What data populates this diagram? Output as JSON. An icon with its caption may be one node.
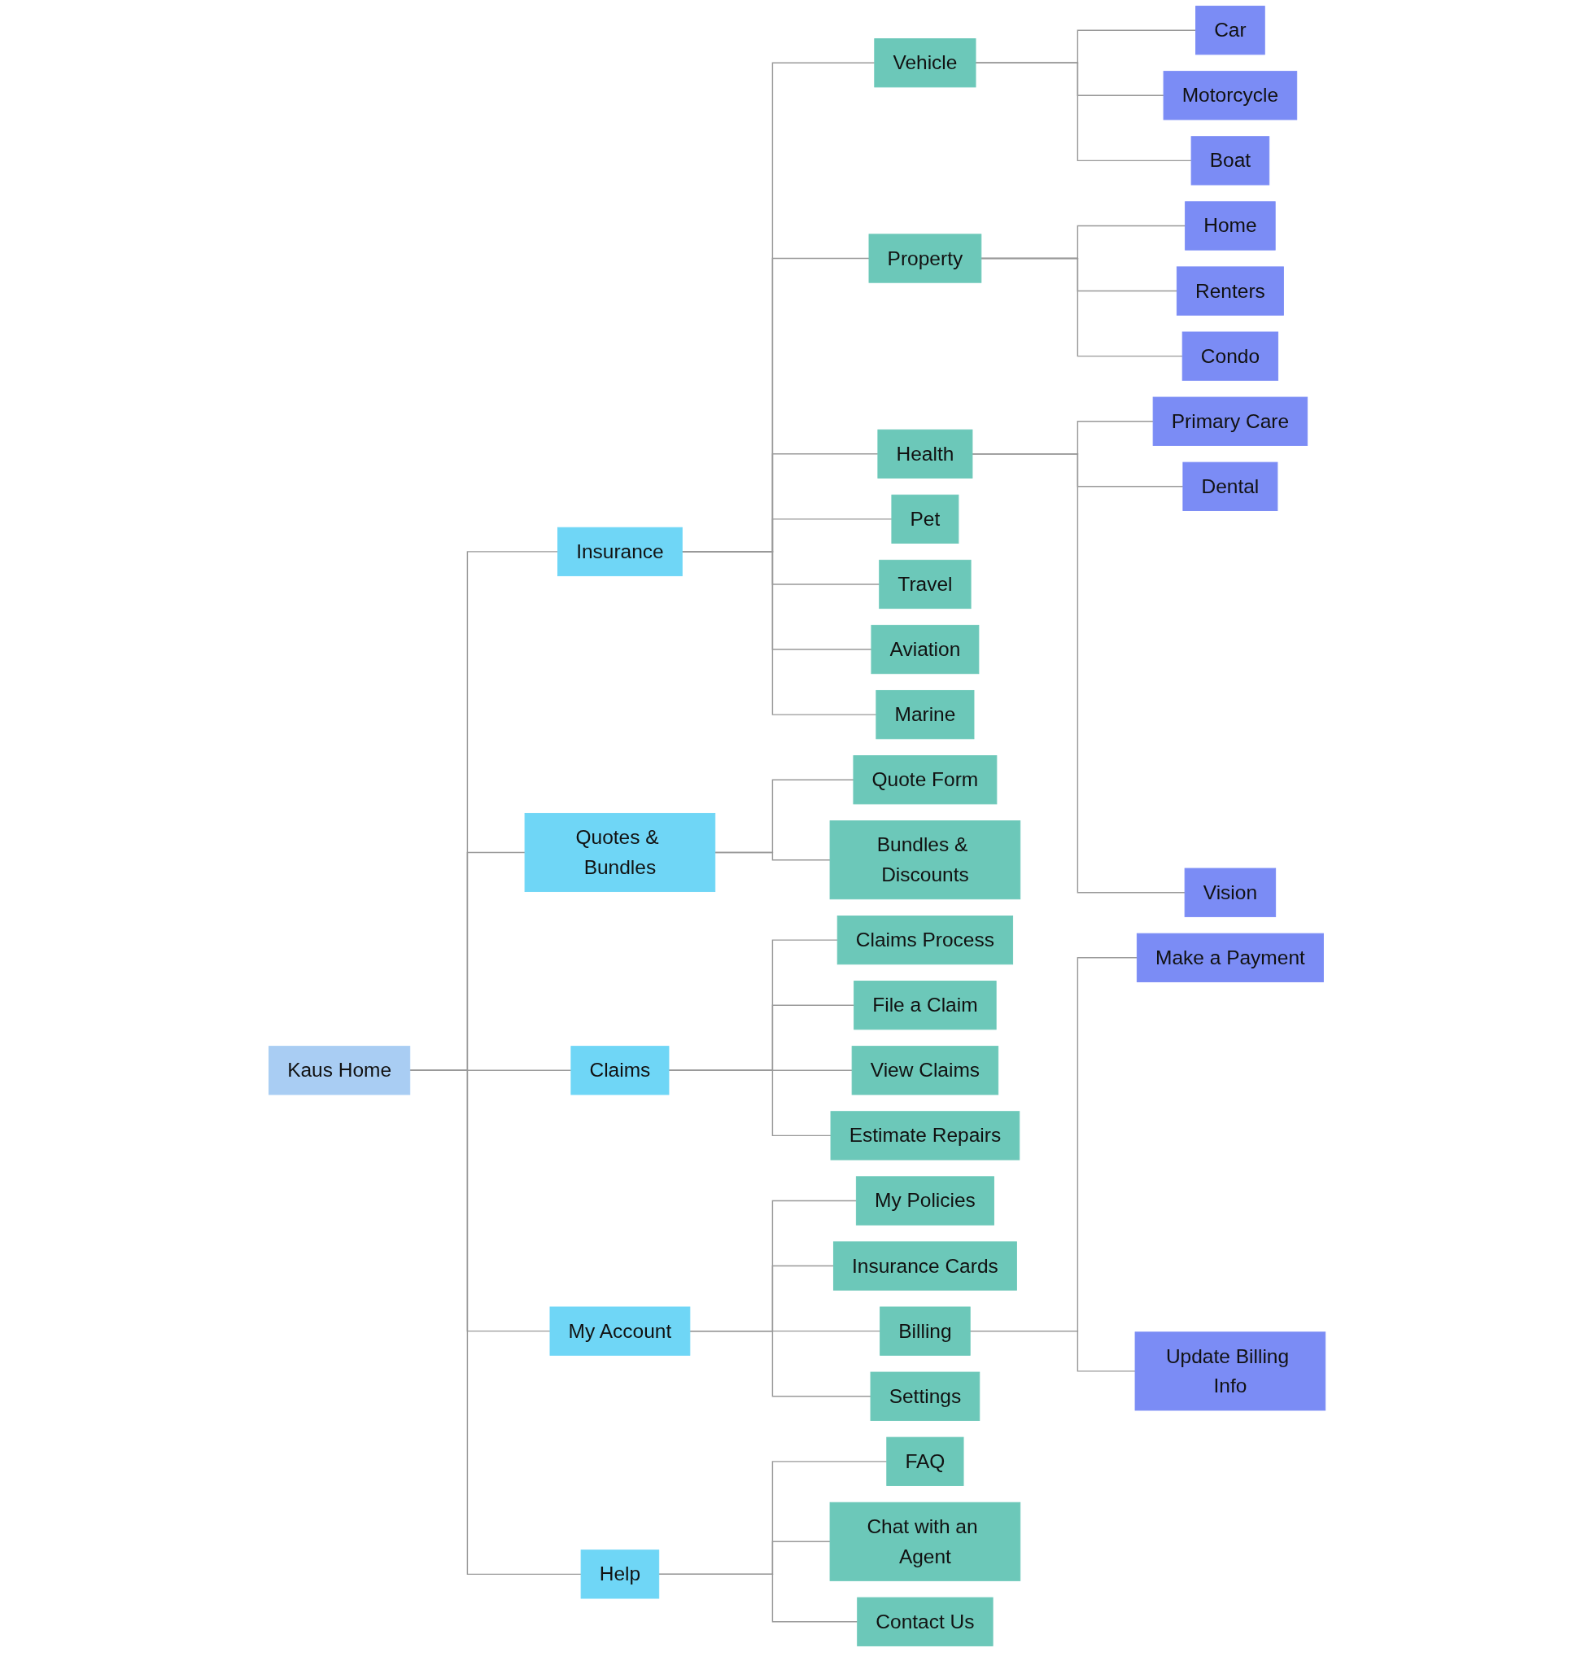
{
  "diagram": {
    "nodes": [
      {
        "text": [
          "Kaus Home"
        ]
      },
      {
        "text": [
          "Insurance"
        ]
      },
      {
        "text": [
          "Quotes & Bundles"
        ]
      },
      {
        "text": [
          "Claims"
        ]
      },
      {
        "text": [
          "My Account"
        ]
      },
      {
        "text": [
          "Help"
        ]
      },
      {
        "text": [
          "Vehicle"
        ]
      },
      {
        "text": [
          "Car"
        ]
      },
      {
        "text": [
          "Motorcycle"
        ]
      },
      {
        "text": [
          "Boat"
        ]
      },
      {
        "text": [
          "Property"
        ]
      },
      {
        "text": [
          "Home"
        ]
      },
      {
        "text": [
          "Renters"
        ]
      },
      {
        "text": [
          "Condo"
        ]
      },
      {
        "text": [
          "Health"
        ]
      },
      {
        "text": [
          "Primary Care"
        ]
      },
      {
        "text": [
          "Dental"
        ]
      },
      {
        "text": [
          "Vision"
        ]
      },
      {
        "text": [
          "Pet"
        ]
      },
      {
        "text": [
          "Travel"
        ]
      },
      {
        "text": [
          "Aviation"
        ]
      },
      {
        "text": [
          "Marine"
        ]
      },
      {
        "text": [
          "Quote Form"
        ]
      },
      {
        "text": [
          "Bundles & Discounts"
        ]
      },
      {
        "text": [
          "Claims Process"
        ]
      },
      {
        "text": [
          "File a Claim"
        ]
      },
      {
        "text": [
          "View Claims"
        ]
      },
      {
        "text": [
          "Estimate Repairs"
        ]
      },
      {
        "text": [
          "My Policies"
        ]
      },
      {
        "text": [
          "Insurance Cards"
        ]
      },
      {
        "text": [
          "Billing"
        ]
      },
      {
        "text": [
          "Make a Payment"
        ]
      },
      {
        "text": [
          "Update Billing Info"
        ]
      },
      {
        "text": [
          "Settings"
        ]
      },
      {
        "text": [
          "FAQ"
        ]
      },
      {
        "text": [
          "Chat with an Agent"
        ]
      },
      {
        "text": [
          "Contact Us"
        ]
      }
    ],
    "edges": [
      {
        "from": 0,
        "to": 1,
        "arrow": "none"
      },
      {
        "from": 0,
        "to": 2,
        "arrow": "none"
      },
      {
        "from": 0,
        "to": 3,
        "arrow": "none"
      },
      {
        "from": 0,
        "to": 4,
        "arrow": "none"
      },
      {
        "from": 0,
        "to": 5,
        "arrow": "none"
      },
      {
        "from": 1,
        "to": 6,
        "arrow": "none"
      },
      {
        "from": 6,
        "to": 7,
        "arrow": "none"
      },
      {
        "from": 6,
        "to": 8,
        "arrow": "none"
      },
      {
        "from": 6,
        "to": 9,
        "arrow": "none"
      },
      {
        "from": 1,
        "to": 10,
        "arrow": "none"
      },
      {
        "from": 10,
        "to": 11,
        "arrow": "none"
      },
      {
        "from": 10,
        "to": 12,
        "arrow": "none"
      },
      {
        "from": 10,
        "to": 13,
        "arrow": "none"
      },
      {
        "from": 1,
        "to": 14,
        "arrow": "none"
      },
      {
        "from": 14,
        "to": 15,
        "arrow": "none"
      },
      {
        "from": 14,
        "to": 16,
        "arrow": "none"
      },
      {
        "from": 14,
        "to": 17,
        "arrow": "none"
      },
      {
        "from": 1,
        "to": 18,
        "arrow": "none"
      },
      {
        "from": 1,
        "to": 19,
        "arrow": "none"
      },
      {
        "from": 1,
        "to": 20,
        "arrow": "none"
      },
      {
        "from": 1,
        "to": 21,
        "arrow": "none"
      },
      {
        "from": 2,
        "to": 22,
        "arrow": "none"
      },
      {
        "from": 2,
        "to": 23,
        "arrow": "none"
      },
      {
        "from": 3,
        "to": 24,
        "arrow": "none"
      },
      {
        "from": 3,
        "to": 25,
        "arrow": "none"
      },
      {
        "from": 3,
        "to": 26,
        "arrow": "none"
      },
      {
        "from": 3,
        "to": 27,
        "arrow": "none"
      },
      {
        "from": 4,
        "to": 28,
        "arrow": "none"
      },
      {
        "from": 4,
        "to": 29,
        "arrow": "none"
      },
      {
        "from": 4,
        "to": 30,
        "arrow": "none"
      },
      {
        "from": 30,
        "to": 31,
        "arrow": "none"
      },
      {
        "from": 30,
        "to": 32,
        "arrow": "none"
      },
      {
        "from": 4,
        "to": 33,
        "arrow": "none"
      },
      {
        "from": 5,
        "to": 34,
        "arrow": "none"
      },
      {
        "from": 5,
        "to": 35,
        "arrow": "none"
      },
      {
        "from": 5,
        "to": 36,
        "arrow": "none"
      }
    ]
  }
}
